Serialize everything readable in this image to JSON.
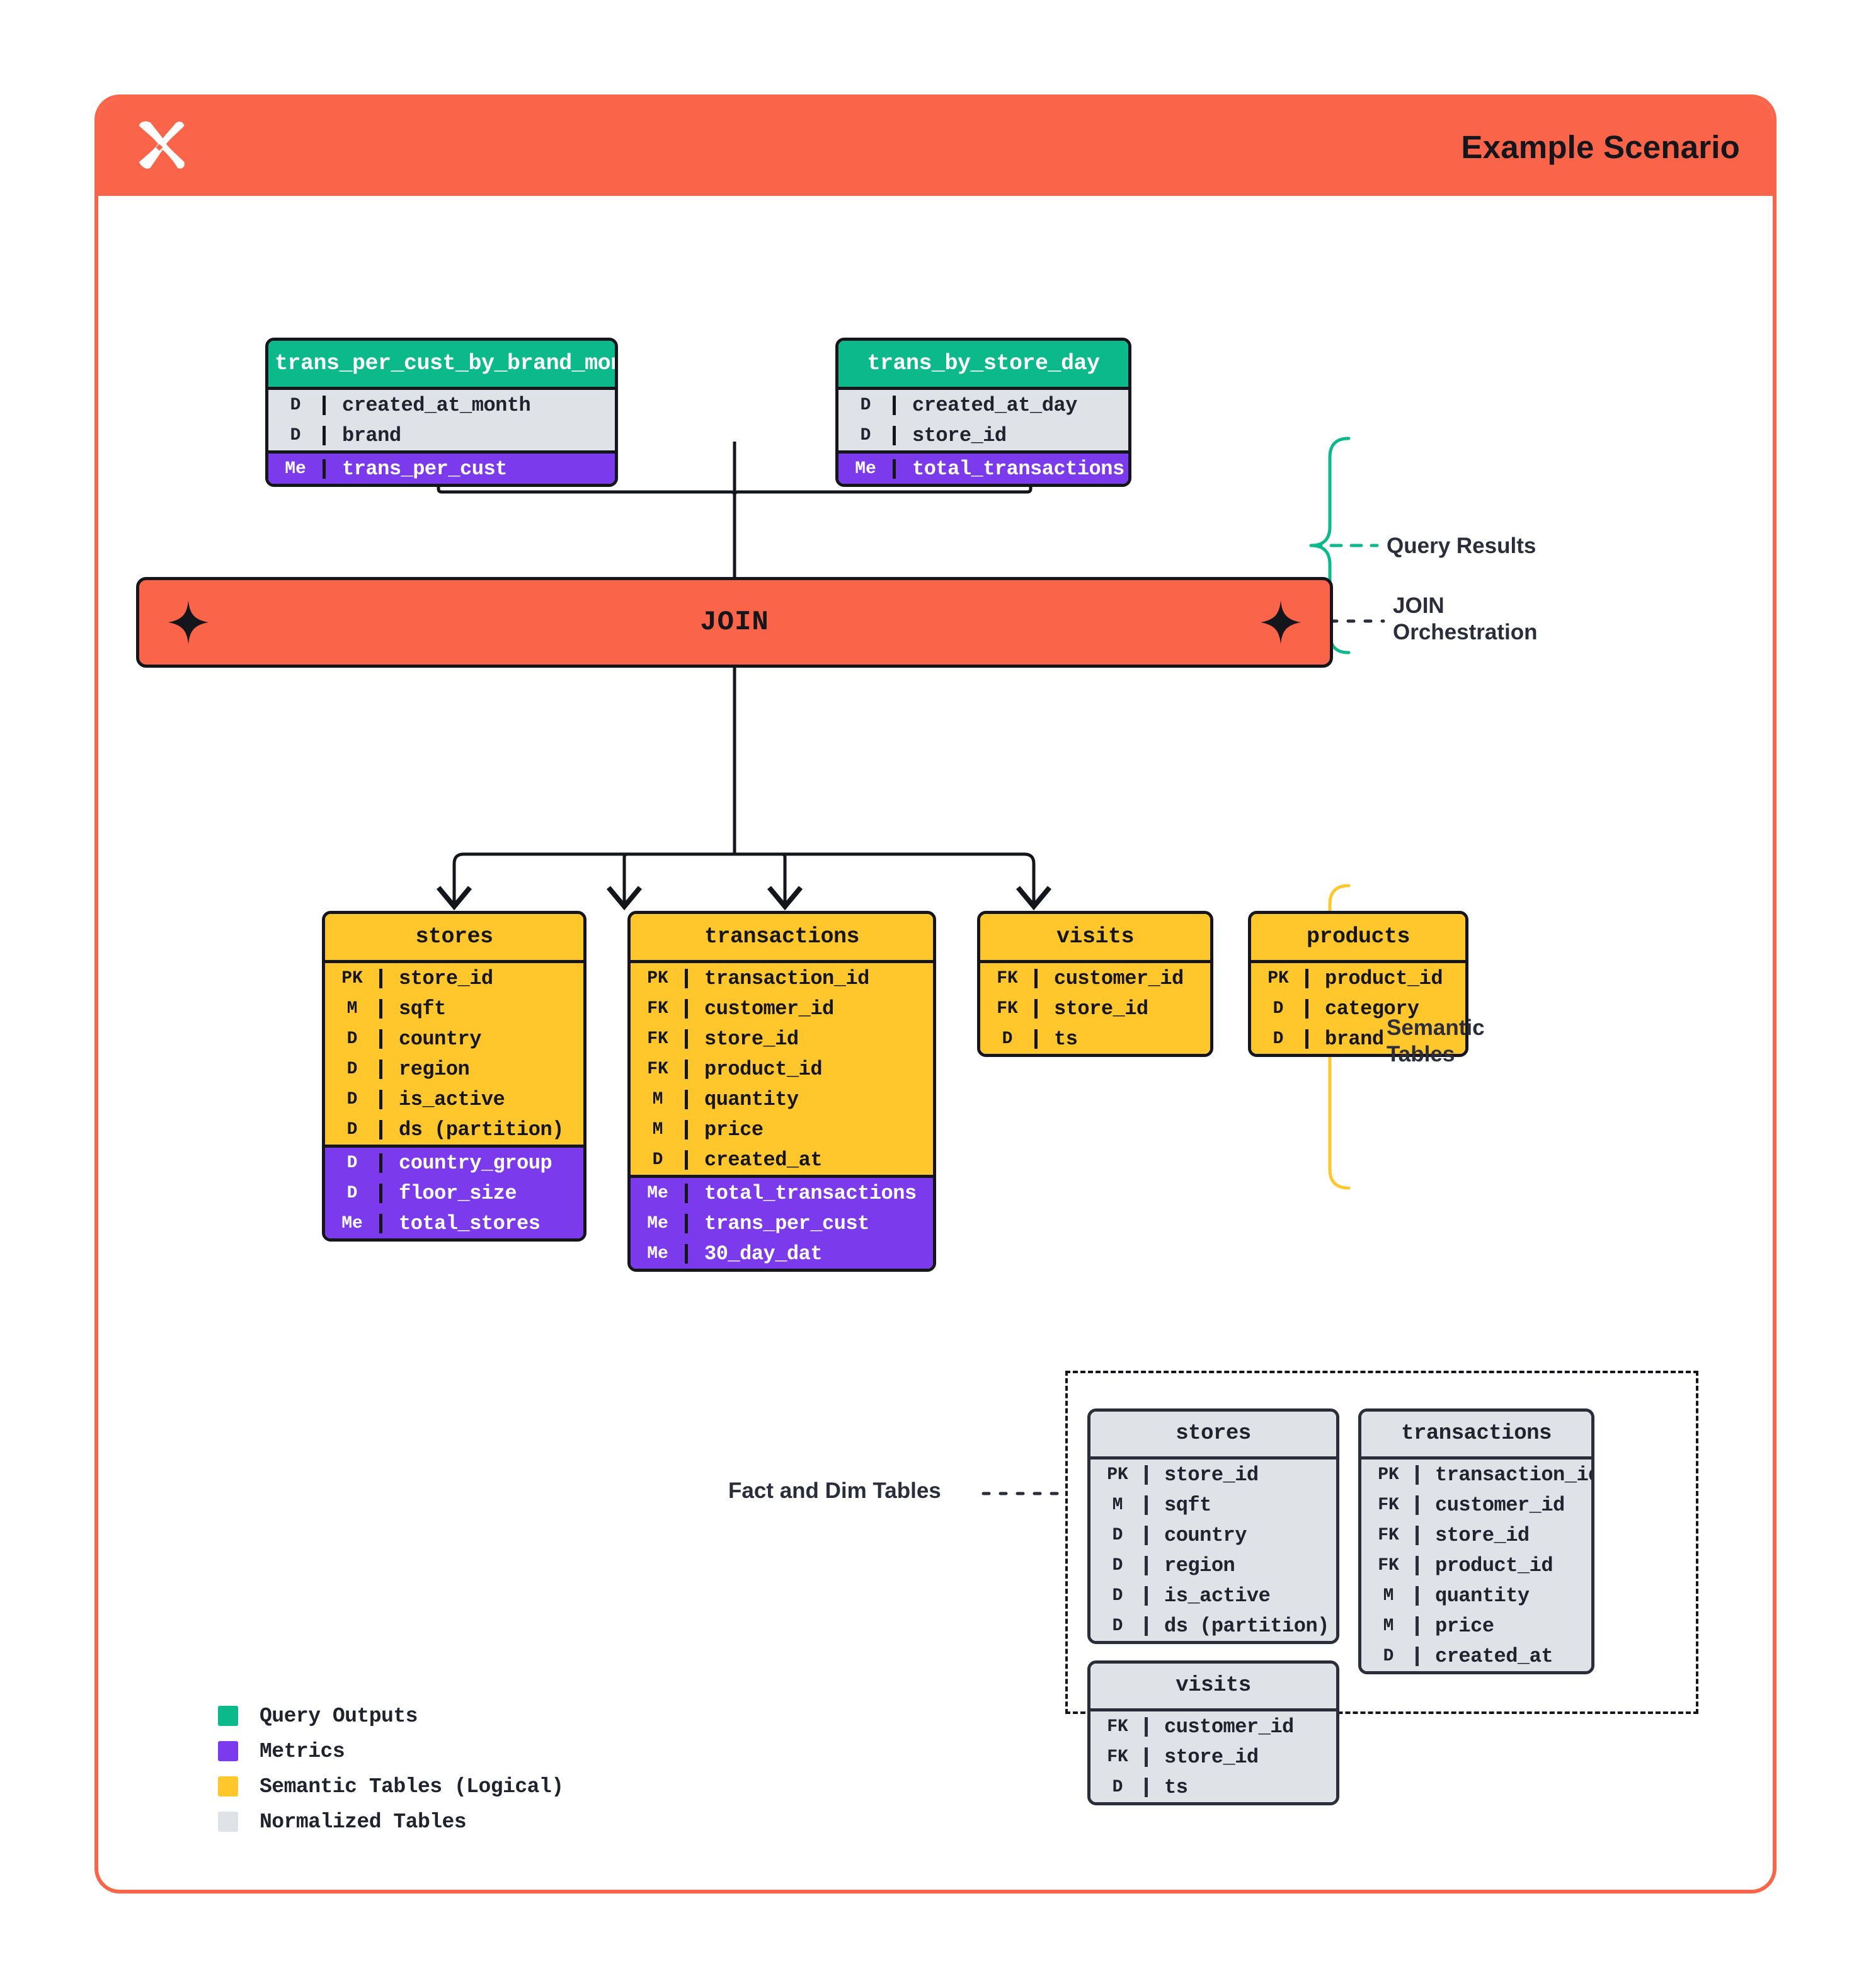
{
  "header": {
    "title": "Example Scenario",
    "logo_icon": "butterfly-x-logo",
    "bg": "#fa6449"
  },
  "colors": {
    "query_output": "#0cb98b",
    "metrics": "#7c3aed",
    "semantic": "#ffc72c",
    "normalized": "#dfe2e6",
    "accent": "#fa6449",
    "ink": "#15161c"
  },
  "query_results": {
    "annotation": "Query Results",
    "tables": [
      {
        "name": "trans_per_cust_by_brand_month",
        "dims": [
          {
            "k": "D",
            "v": "created_at_month"
          },
          {
            "k": "D",
            "v": "brand"
          }
        ],
        "metrics": [
          {
            "k": "Me",
            "v": "trans_per_cust"
          }
        ]
      },
      {
        "name": "trans_by_store_day",
        "dims": [
          {
            "k": "D",
            "v": "created_at_day"
          },
          {
            "k": "D",
            "v": "store_id"
          }
        ],
        "metrics": [
          {
            "k": "Me",
            "v": "total_transactions"
          }
        ]
      }
    ]
  },
  "join": {
    "label": "JOIN",
    "annotation_line1": "JOIN",
    "annotation_line2": "Orchestration",
    "icon_left": "sparkle-icon",
    "icon_right": "sparkle-icon"
  },
  "semantic": {
    "annotation_line1": "Semantic",
    "annotation_line2": "Tables",
    "tables": [
      {
        "name": "stores",
        "cols": [
          {
            "k": "PK",
            "v": "store_id"
          },
          {
            "k": "M",
            "v": "sqft"
          },
          {
            "k": "D",
            "v": "country"
          },
          {
            "k": "D",
            "v": "region"
          },
          {
            "k": "D",
            "v": "is_active"
          },
          {
            "k": "D",
            "v": "ds (partition)"
          }
        ],
        "metrics": [
          {
            "k": "D",
            "v": "country_group"
          },
          {
            "k": "D",
            "v": "floor_size"
          },
          {
            "k": "Me",
            "v": "total_stores"
          }
        ]
      },
      {
        "name": "transactions",
        "cols": [
          {
            "k": "PK",
            "v": "transaction_id"
          },
          {
            "k": "FK",
            "v": "customer_id"
          },
          {
            "k": "FK",
            "v": "store_id"
          },
          {
            "k": "FK",
            "v": "product_id"
          },
          {
            "k": "M",
            "v": "quantity"
          },
          {
            "k": "M",
            "v": "price"
          },
          {
            "k": "D",
            "v": "created_at"
          }
        ],
        "metrics": [
          {
            "k": "Me",
            "v": "total_transactions"
          },
          {
            "k": "Me",
            "v": "trans_per_cust"
          },
          {
            "k": "Me",
            "v": "30_day_dat"
          }
        ]
      },
      {
        "name": "visits",
        "cols": [
          {
            "k": "FK",
            "v": "customer_id"
          },
          {
            "k": "FK",
            "v": "store_id"
          },
          {
            "k": "D",
            "v": "ts"
          }
        ],
        "metrics": []
      },
      {
        "name": "products",
        "cols": [
          {
            "k": "PK",
            "v": "product_id"
          },
          {
            "k": "D",
            "v": "category"
          },
          {
            "k": "D",
            "v": "brand"
          }
        ],
        "metrics": []
      }
    ]
  },
  "fact_dim": {
    "annotation": "Fact and Dim Tables",
    "tables": [
      {
        "name": "stores",
        "cols": [
          {
            "k": "PK",
            "v": "store_id"
          },
          {
            "k": "M",
            "v": "sqft"
          },
          {
            "k": "D",
            "v": "country"
          },
          {
            "k": "D",
            "v": "region"
          },
          {
            "k": "D",
            "v": "is_active"
          },
          {
            "k": "D",
            "v": "ds (partition)"
          }
        ]
      },
      {
        "name": "transactions",
        "cols": [
          {
            "k": "PK",
            "v": "transaction_id"
          },
          {
            "k": "FK",
            "v": "customer_id"
          },
          {
            "k": "FK",
            "v": "store_id"
          },
          {
            "k": "FK",
            "v": "product_id"
          },
          {
            "k": "M",
            "v": "quantity"
          },
          {
            "k": "M",
            "v": "price"
          },
          {
            "k": "D",
            "v": "created_at"
          }
        ]
      },
      {
        "name": "visits",
        "cols": [
          {
            "k": "FK",
            "v": "customer_id"
          },
          {
            "k": "FK",
            "v": "store_id"
          },
          {
            "k": "D",
            "v": "ts"
          }
        ]
      }
    ]
  },
  "legend": [
    {
      "label": "Query Outputs",
      "color": "#0cb98b"
    },
    {
      "label": "Metrics",
      "color": "#7c3aed"
    },
    {
      "label": "Semantic Tables (Logical)",
      "color": "#ffc72c"
    },
    {
      "label": "Normalized Tables",
      "color": "#dfe2e6"
    }
  ]
}
